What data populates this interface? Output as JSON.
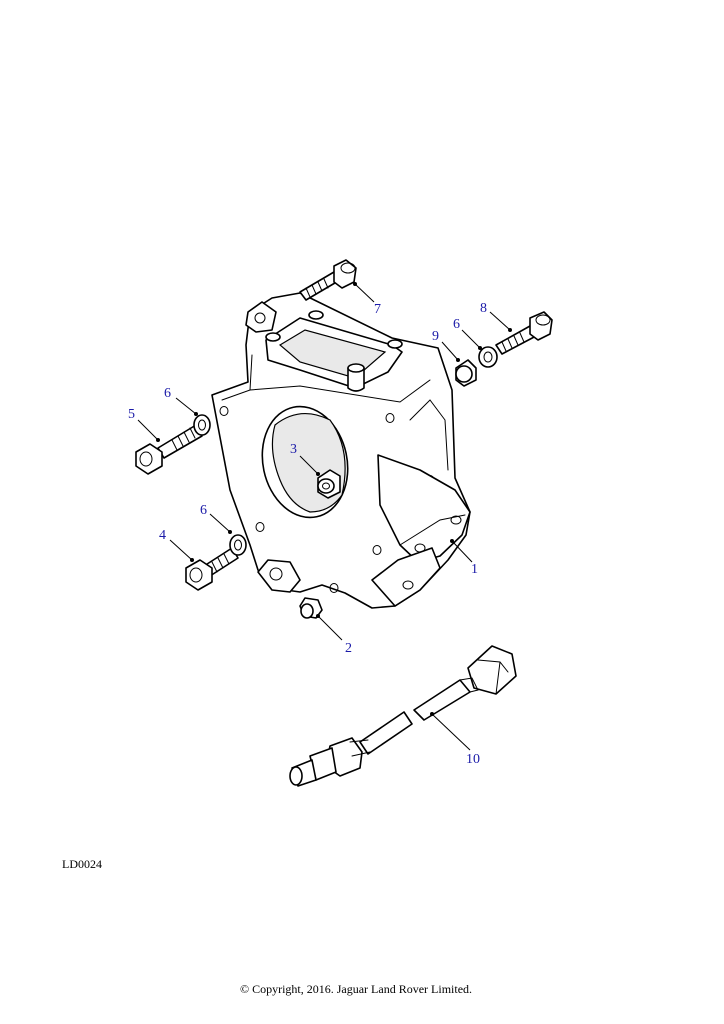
{
  "diagram": {
    "id_code": "LD0024",
    "copyright": "© Copyright, 2016. Jaguar Land Rover Limited.",
    "callouts": {
      "c1": "1",
      "c2": "2",
      "c3": "3",
      "c4": "4",
      "c5": "5",
      "c6a": "6",
      "c6b": "6",
      "c6c": "6",
      "c7": "7",
      "c8": "8",
      "c9": "9",
      "c10": "10"
    },
    "callout_color": "#1a1aa8"
  }
}
